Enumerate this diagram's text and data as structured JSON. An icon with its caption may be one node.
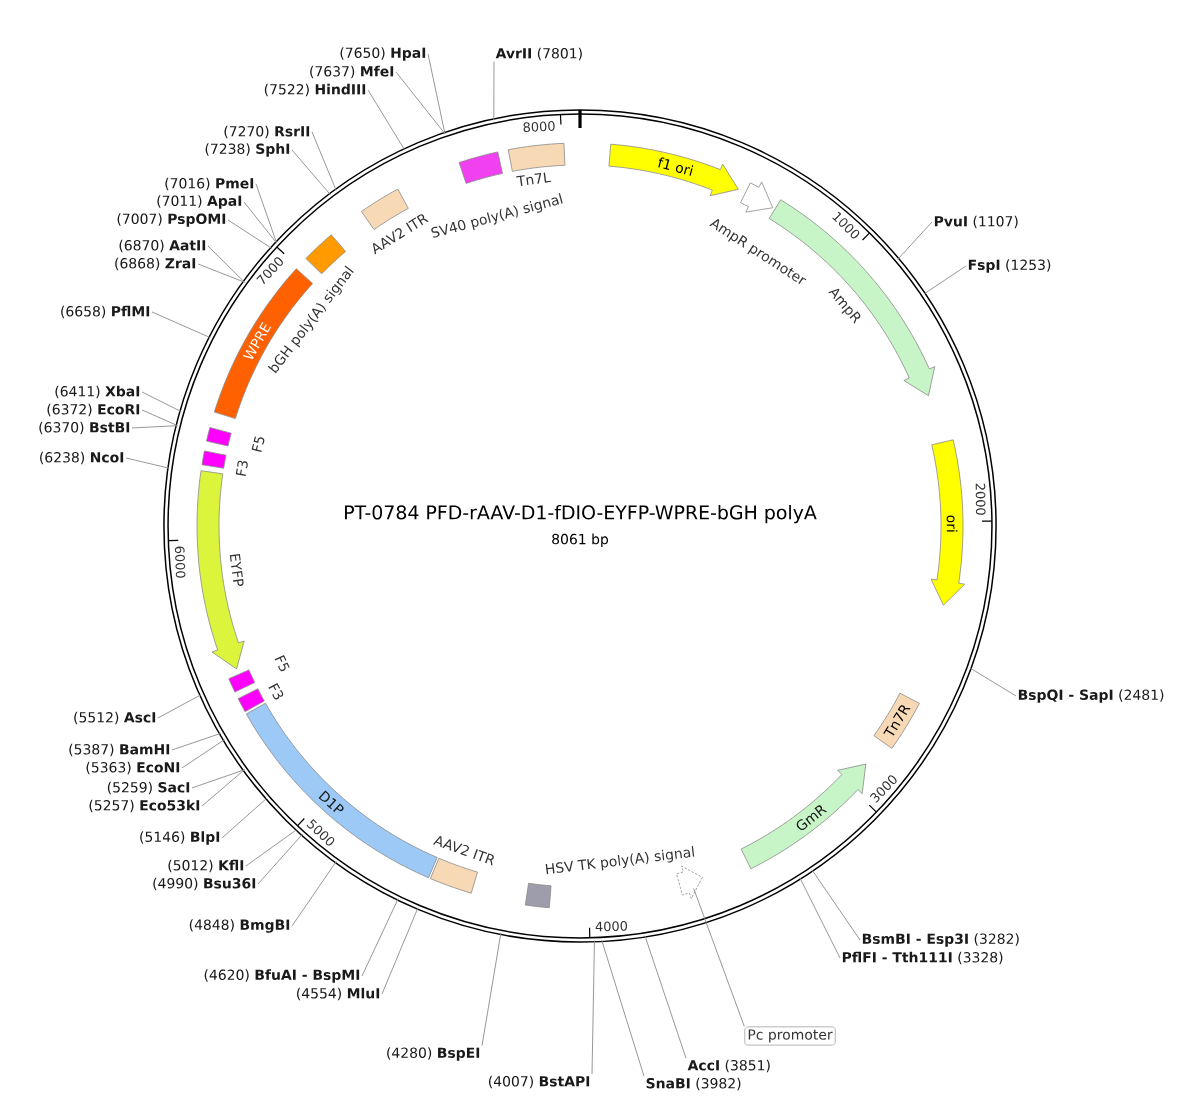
{
  "diagram": {
    "nodes": [
      {
        "text": [
          "PT-0784 PFD-rAAV-D1-fDIO-EYFP-WPRE-bGH polyA",
          "8061 bp"
        ]
      },
      {
        "text": [
          "f1 ori"
        ],
        "in": 0
      },
      {
        "text": [
          "AmpR promoter"
        ],
        "in": 0
      },
      {
        "text": [
          "AmpR"
        ],
        "in": 0
      },
      {
        "text": [
          "ori"
        ],
        "in": 0
      },
      {
        "text": [
          "Tn7R"
        ],
        "in": 0
      },
      {
        "text": [
          "GmR"
        ],
        "in": 0
      },
      {
        "text": [],
        "shape": "arrow",
        "in": 0
      },
      {
        "text": [
          "HSV TK poly(A) signal"
        ],
        "in": 0
      },
      {
        "text": [
          "AAV2 ITR"
        ],
        "in": 0
      },
      {
        "text": [
          "D1P"
        ],
        "in": 0
      },
      {
        "text": [
          "F3"
        ],
        "in": 0
      },
      {
        "text": [
          "F5"
        ],
        "in": 0
      },
      {
        "text": [
          "EYFP"
        ],
        "in": 0
      },
      {
        "text": [
          "F3"
        ],
        "in": 0
      },
      {
        "text": [
          "F5"
        ],
        "in": 0
      },
      {
        "text": [
          "WPRE"
        ],
        "in": 0
      },
      {
        "text": [
          "bGH poly(A) signal"
        ],
        "in": 0
      },
      {
        "text": [
          "AAV2 ITR"
        ],
        "in": 0
      },
      {
        "text": [
          "SV40 poly(A) signal"
        ],
        "in": 0
      },
      {
        "text": [
          "Tn7L"
        ],
        "in": 0
      },
      {
        "text": [
          "Pc promoter"
        ]
      },
      {
        "text": [
          "**PvuI** (1107)"
        ]
      },
      {
        "text": [
          "**FspI** (1253)"
        ]
      },
      {
        "text": [
          "**BspQI - SapI** (2481)"
        ]
      },
      {
        "text": [
          "**BsmBI - Esp3I** (3282)"
        ]
      },
      {
        "text": [
          "**PflFI - Tth111I** (3328)"
        ]
      },
      {
        "text": [
          "**AccI** (3851)"
        ]
      },
      {
        "text": [
          "**SnaBI** (3982)"
        ]
      },
      {
        "text": [
          "(4007) **BstAPI**"
        ]
      },
      {
        "text": [
          "(4280) **BspEI**"
        ]
      },
      {
        "text": [
          "(4554) **MluI**"
        ]
      },
      {
        "text": [
          "(4620) **BfuAI - BspMI**"
        ]
      },
      {
        "text": [
          "(4848) **BmgBI**"
        ]
      },
      {
        "text": [
          "(4990) **Bsu36I**"
        ]
      },
      {
        "text": [
          "(5012) **KflI**"
        ]
      },
      {
        "text": [
          "(5146) **BlpI**"
        ]
      },
      {
        "text": [
          "(5257) **Eco53kI**"
        ]
      },
      {
        "text": [
          "(5259) **SacI**"
        ]
      },
      {
        "text": [
          "(5363) **EcoNI**"
        ]
      },
      {
        "text": [
          "(5387) **BamHI**"
        ]
      },
      {
        "text": [
          "(5512) **AscI**"
        ]
      },
      {
        "text": [
          "(6238) **NcoI**"
        ]
      },
      {
        "text": [
          "(6370) **BstBI**"
        ]
      },
      {
        "text": [
          "(6372) **EcoRI**"
        ]
      },
      {
        "text": [
          "(6411) **XbaI**"
        ]
      },
      {
        "text": [
          "(6658) **PflMI**"
        ]
      },
      {
        "text": [
          "(6868) **ZraI**"
        ]
      },
      {
        "text": [
          "(6870) **AatII**"
        ]
      },
      {
        "text": [
          "(7007) **PspOMI**"
        ]
      },
      {
        "text": [
          "(7011) **ApaI**"
        ]
      },
      {
        "text": [
          "(7016) **PmeI**"
        ]
      },
      {
        "text": [
          "(7238) **SphI**"
        ]
      },
      {
        "text": [
          "(7270) **RsrII**"
        ]
      },
      {
        "text": [
          "(7522) **HindIII**"
        ]
      },
      {
        "text": [
          "(7637) **MfeI**"
        ]
      },
      {
        "text": [
          "(7650) **HpaI**"
        ]
      },
      {
        "text": [
          "**AvrII** (7801)"
        ]
      }
    ],
    "edges": [
      {
        "from": 21,
        "to": 7,
        "arrow": "none"
      },
      {
        "from": 22,
        "to": 0,
        "arrow": "none"
      },
      {
        "from": 23,
        "to": 0,
        "arrow": "none"
      },
      {
        "from": 24,
        "to": 0,
        "arrow": "none"
      },
      {
        "from": 25,
        "to": 0,
        "arrow": "none"
      },
      {
        "from": 26,
        "to": 0,
        "arrow": "none"
      },
      {
        "from": 27,
        "to": 0,
        "arrow": "none"
      },
      {
        "from": 28,
        "to": 0,
        "arrow": "none"
      },
      {
        "from": 29,
        "to": 0,
        "arrow": "none"
      },
      {
        "from": 30,
        "to": 0,
        "arrow": "none"
      },
      {
        "from": 31,
        "to": 0,
        "arrow": "none"
      },
      {
        "from": 32,
        "to": 0,
        "arrow": "none"
      },
      {
        "from": 33,
        "to": 0,
        "arrow": "none"
      },
      {
        "from": 34,
        "to": 0,
        "arrow": "none"
      },
      {
        "from": 35,
        "to": 0,
        "arrow": "none"
      },
      {
        "from": 36,
        "to": 0,
        "arrow": "none"
      },
      {
        "from": 37,
        "to": 0,
        "arrow": "none"
      },
      {
        "from": 38,
        "to": 0,
        "arrow": "none"
      },
      {
        "from": 39,
        "to": 0,
        "arrow": "none"
      },
      {
        "from": 40,
        "to": 0,
        "arrow": "none"
      },
      {
        "from": 41,
        "to": 0,
        "arrow": "none"
      },
      {
        "from": 42,
        "to": 0,
        "arrow": "none"
      },
      {
        "from": 43,
        "to": 0,
        "arrow": "none"
      },
      {
        "from": 44,
        "to": 0,
        "arrow": "none"
      },
      {
        "from": 45,
        "to": 0,
        "arrow": "none"
      },
      {
        "from": 46,
        "to": 0,
        "arrow": "none"
      },
      {
        "from": 47,
        "to": 0,
        "arrow": "none"
      },
      {
        "from": 48,
        "to": 0,
        "arrow": "none"
      },
      {
        "from": 49,
        "to": 0,
        "arrow": "none"
      },
      {
        "from": 50,
        "to": 0,
        "arrow": "none"
      },
      {
        "from": 51,
        "to": 0,
        "arrow": "none"
      },
      {
        "from": 52,
        "to": 0,
        "arrow": "none"
      },
      {
        "from": 53,
        "to": 0,
        "arrow": "none"
      },
      {
        "from": 54,
        "to": 0,
        "arrow": "none"
      },
      {
        "from": 55,
        "to": 0,
        "arrow": "none"
      },
      {
        "from": 56,
        "to": 0,
        "arrow": "none"
      },
      {
        "from": 57,
        "to": 0,
        "arrow": "none"
      }
    ],
    "labels": [
      "1000",
      "2000",
      "3000",
      "4000",
      "5000",
      "6000",
      "7000",
      "8000"
    ]
  }
}
